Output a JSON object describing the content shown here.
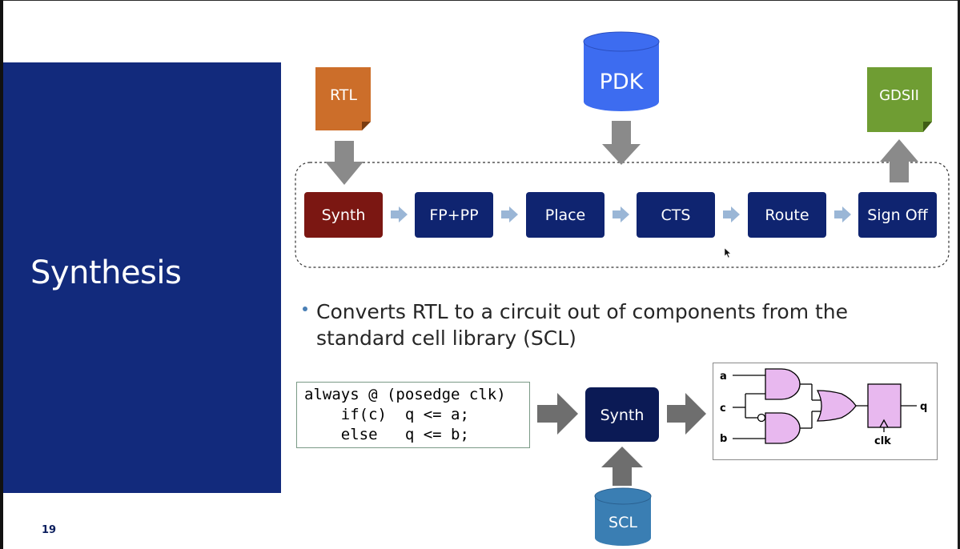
{
  "slide": {
    "title": "Synthesis",
    "page_number": "19"
  },
  "flow": {
    "inputs": {
      "rtl": "RTL",
      "pdk": "PDK",
      "gdsii": "GDSII"
    },
    "steps": [
      "Synth",
      "FP+PP",
      "Place",
      "CTS",
      "Route",
      "Sign Off"
    ]
  },
  "bullet": {
    "line1": "Converts RTL to a circuit out of components from the",
    "line2": "standard cell library (SCL)"
  },
  "code": {
    "lines": [
      "always @ (posedge clk)",
      "    if(c)  q <= a;",
      "    else   q <= b;"
    ]
  },
  "synth_block": {
    "label": "Synth",
    "library": "SCL"
  },
  "circuit": {
    "inputs": [
      "a",
      "c",
      "b"
    ],
    "output": "q",
    "clock": "clk"
  },
  "colors": {
    "title_panel": "#122a7c",
    "step_box": "#0f2470",
    "synth_step": "#7b1712",
    "rtl": "#cc6e2a",
    "pdk": "#3d6cf0",
    "gdsii": "#6f9d33",
    "scl": "#3a7eb3",
    "gate_fill": "#e8b8ef"
  }
}
